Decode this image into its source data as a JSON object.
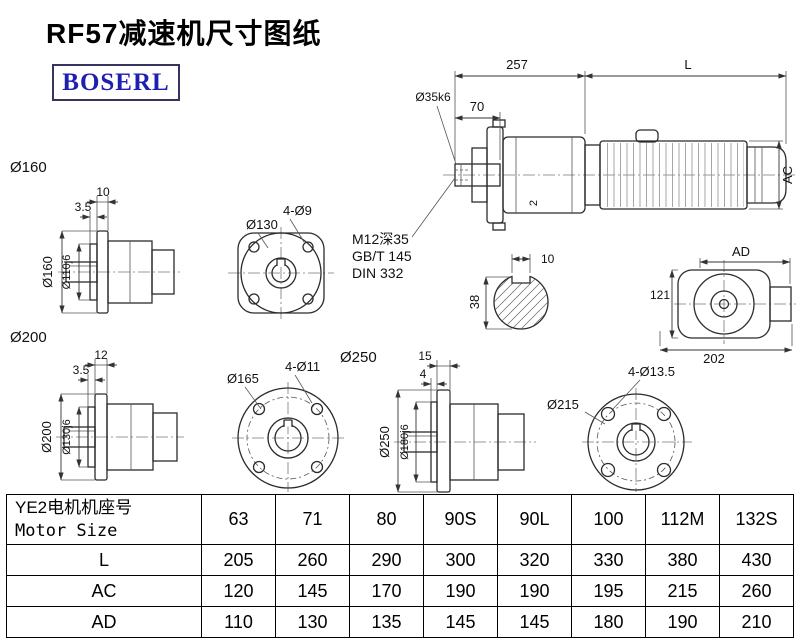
{
  "page": {
    "title": "RF57减速机尺寸图纸",
    "brand": "BOSERL"
  },
  "colors": {
    "brand_text": "#2020b0",
    "brand_border": "#34345e",
    "line": "#2b2b2b"
  },
  "drawings": {
    "main_view": {
      "dim_257": "257",
      "dim_L": "L",
      "dim_70": "70",
      "shaft_dia": "Ø35k6",
      "dim_AC": "AC",
      "dim_2": "2"
    },
    "flange160_side": {
      "group_label": "Ø160",
      "dim_10": "10",
      "dim_3_5": "3.5",
      "dia_outer": "Ø160",
      "dia_pilot": "Ø110j6"
    },
    "flange160_front": {
      "bolt_circle": "Ø130",
      "holes": "4-Ø9"
    },
    "notes": {
      "line1": "M12深35",
      "line2": "GB/T 145",
      "line3": "DIN 332"
    },
    "shaft_section": {
      "key_width": "10",
      "shaft_height": "38"
    },
    "rear_view": {
      "dim_AD": "AD",
      "dim_121": "121",
      "dim_202": "202"
    },
    "flange200_side": {
      "group_label": "Ø200",
      "dim_12": "12",
      "dim_3_5": "3.5",
      "dia_outer": "Ø200",
      "dia_pilot": "Ø130j6"
    },
    "flange200_front": {
      "bolt_circle": "Ø165",
      "holes": "4-Ø11"
    },
    "flange250_side": {
      "group_label": "Ø250",
      "dim_15": "15",
      "dim_4": "4",
      "dia_outer": "Ø250",
      "dia_pilot": "Ø180j6"
    },
    "flange250_front": {
      "bolt_circle": "Ø215",
      "holes": "4-Ø13.5"
    }
  },
  "table": {
    "header_cn": "YE2电机机座号",
    "header_en": "Motor Size",
    "sizes": [
      "63",
      "71",
      "80",
      "90S",
      "90L",
      "100",
      "112M",
      "132S"
    ],
    "rows": [
      {
        "label": "L",
        "values": [
          "205",
          "260",
          "290",
          "300",
          "320",
          "330",
          "380",
          "430"
        ]
      },
      {
        "label": "AC",
        "values": [
          "120",
          "145",
          "170",
          "190",
          "190",
          "195",
          "215",
          "260"
        ]
      },
      {
        "label": "AD",
        "values": [
          "110",
          "130",
          "135",
          "145",
          "145",
          "180",
          "190",
          "210"
        ]
      }
    ]
  }
}
